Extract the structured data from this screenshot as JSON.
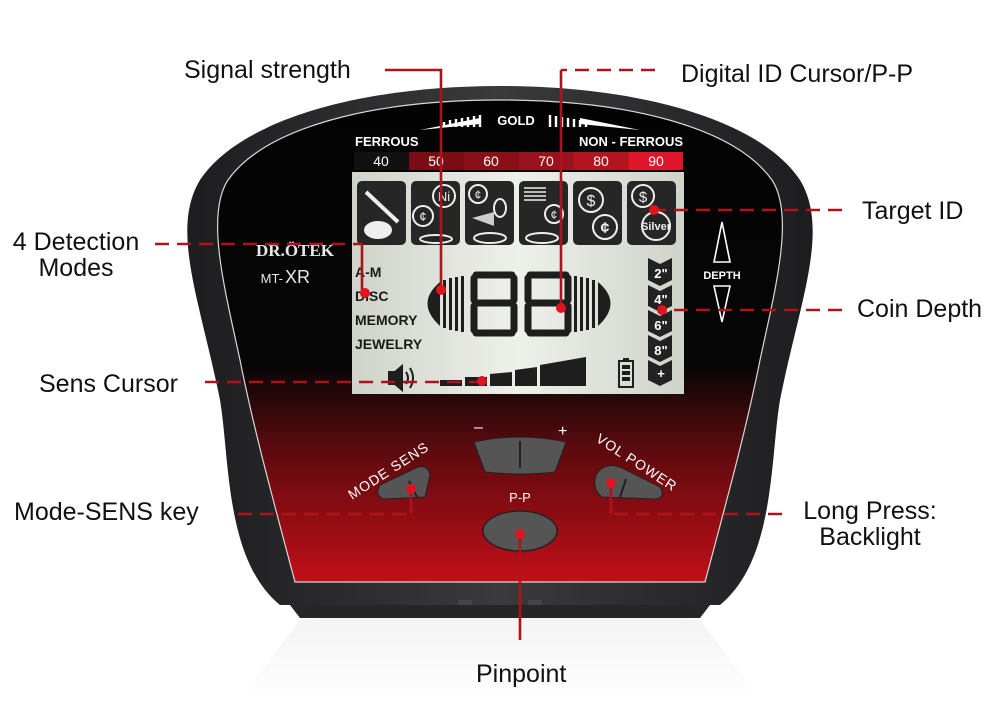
{
  "device": {
    "brand": "DR.ÖTEK",
    "model_prefix": "MT-",
    "model": "XR",
    "colors": {
      "body": "#2b2b2d",
      "face": "#050505",
      "accent_red": "#c4101a",
      "lcd": "#dcdfd6",
      "segment": "#1e1e1e"
    }
  },
  "scale": {
    "gold_label": "GOLD",
    "ferrous_label": "FERROUS",
    "non_ferrous_label": "NON - FERROUS",
    "values": [
      "40",
      "50",
      "60",
      "70",
      "80",
      "90"
    ],
    "colors": [
      "#111111",
      "#7a0d14",
      "#8a0f17",
      "#9a121b",
      "#b3141e",
      "#e0162a"
    ]
  },
  "lcd": {
    "target_icons": [
      {
        "name": "nail-bottlecap",
        "label": ""
      },
      {
        "name": "nickel-coin-tab",
        "label": "Ni"
      },
      {
        "name": "cent-foil-ring",
        "label": "¢"
      },
      {
        "name": "coinstack-ring",
        "label": "¢"
      },
      {
        "name": "dollar-cent",
        "label": "$"
      },
      {
        "name": "dollar-silver",
        "label": "Silver"
      }
    ],
    "modes": [
      "A-M",
      "DISC",
      "MEMORY",
      "JEWELRY"
    ],
    "digits": "88",
    "depth_marks": [
      "2\"",
      "4\"",
      "6\"",
      "8\"",
      "+"
    ],
    "depth_label": "DEPTH"
  },
  "buttons": {
    "mode_sens": "MODE SENS",
    "minus": "–",
    "plus": "+",
    "vol_power": "VOL POWER",
    "pp": "P-P"
  },
  "callouts": {
    "signal_strength": "Signal strength",
    "digital_id": "Digital ID Cursor/P-P",
    "detection_modes_1": "4 Detection",
    "detection_modes_2": "Modes",
    "target_id": "Target ID",
    "coin_depth": "Coin Depth",
    "sens_cursor": "Sens Cursor",
    "mode_sens_key": "Mode-SENS key",
    "long_press_1": "Long Press:",
    "long_press_2": "Backlight",
    "pinpoint": "Pinpoint"
  }
}
